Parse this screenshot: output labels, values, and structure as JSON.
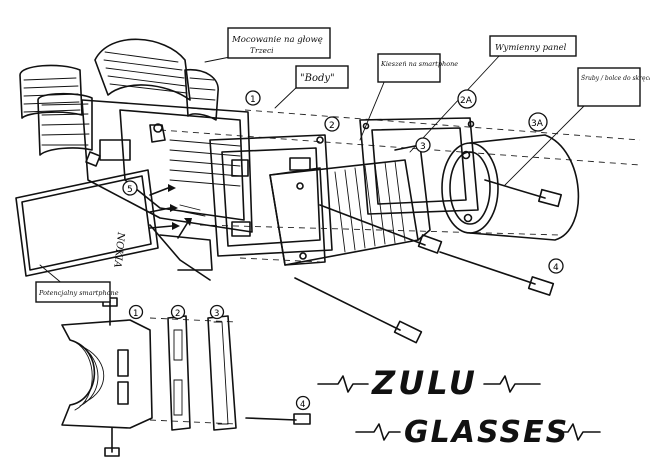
{
  "labels": {
    "head_mount": "Mocowanie na głowę",
    "head_mount_sub": "Trzeci",
    "body": "\"Body\"",
    "smartphone_holder": "Kieszeń na smartphone",
    "swappable_lens": "Wymienny panel",
    "screws": "Śruby / bolce do skręcania elementów",
    "phone_screen": "NOKIA",
    "potential_phone": "Potencjalny smartphone"
  },
  "part_numbers": {
    "p1": "1",
    "p2": "2",
    "p2a": "2A",
    "p3": "3",
    "p3a": "3A",
    "p4": "4",
    "phone_marker": "5",
    "detail_1": "1",
    "detail_2": "2",
    "detail_3": "3",
    "detail_4": "4"
  },
  "title": {
    "line1": "ZULU",
    "line2": "GLASSES"
  }
}
